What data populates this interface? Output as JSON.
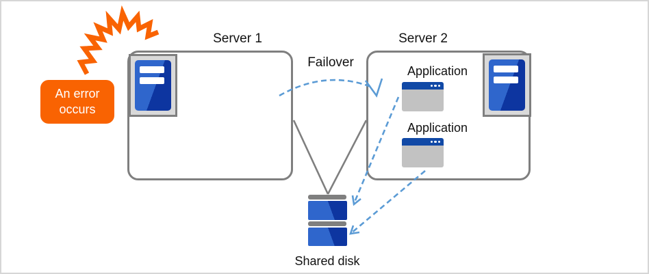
{
  "diagram": {
    "title_context": "Failover cluster diagram",
    "error_callout": {
      "label": "An error occurs"
    },
    "failover_label": "Failover",
    "server1": {
      "label": "Server 1"
    },
    "server2": {
      "label": "Server 2",
      "applications": [
        {
          "label": "Application"
        },
        {
          "label": "Application"
        }
      ]
    },
    "shared_disk": {
      "label": "Shared disk"
    },
    "icons": [
      "error-burst-icon",
      "server-tower-icon",
      "application-window-icon",
      "shared-disk-stack-icon"
    ],
    "colors": {
      "accent_orange": "#F96302",
      "arrow_blue": "#5B9BD5",
      "outline_gray": "#7F7F7F",
      "icon_panel_gray": "#D9D9D9",
      "server_blue_light": "#2F66CC",
      "server_blue_dark": "#0D35A0",
      "app_titlebar_blue": "#1149A6",
      "app_body_gray": "#C2C2C2"
    }
  }
}
